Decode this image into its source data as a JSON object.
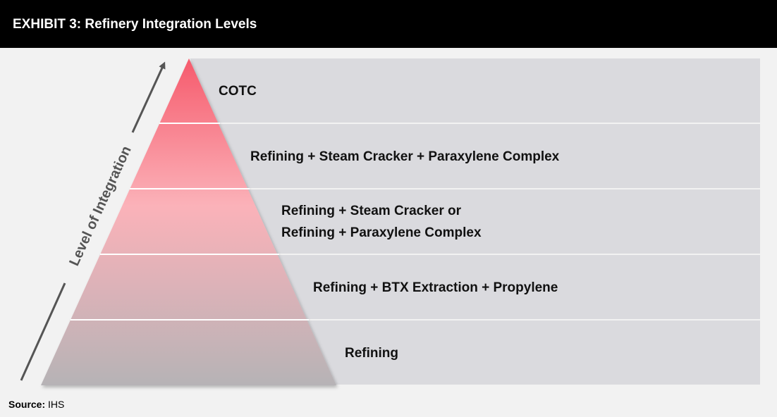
{
  "header": {
    "title": "EXHIBIT 3: Refinery Integration Levels"
  },
  "axis": {
    "label": "Level of Integration"
  },
  "levels": [
    {
      "lines": [
        "COTC"
      ]
    },
    {
      "lines": [
        "Refining + Steam Cracker + Paraxylene Complex"
      ]
    },
    {
      "lines": [
        "Refining + Steam Cracker or",
        "Refining + Paraxylene Complex"
      ]
    },
    {
      "lines": [
        "Refining + BTX Extraction + Propylene"
      ]
    },
    {
      "lines": [
        "Refining"
      ]
    }
  ],
  "source": {
    "label": "Source:",
    "value": "IHS"
  },
  "colors": {
    "header_bg": "#000000",
    "band_bg": "#dadade",
    "band_border": "#ffffff",
    "pyramid_top": "#f65a6c",
    "pyramid_mid": "#fbb2b9",
    "pyramid_base": "#b6b3b6",
    "axis": "#555555"
  }
}
